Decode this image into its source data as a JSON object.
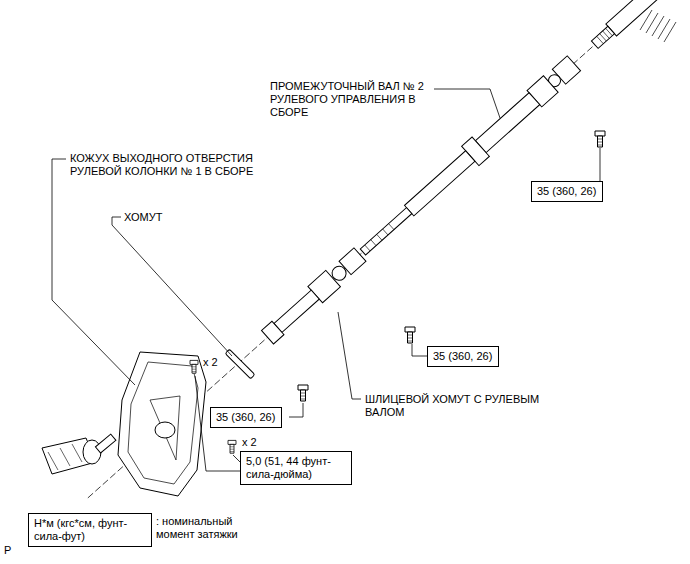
{
  "diagram": {
    "nodes": [
      {
        "text": [
          "35 (360, 26)"
        ]
      },
      {
        "text": [
          "35 (360, 26)"
        ]
      },
      {
        "text": [
          "35 (360, 26)"
        ]
      },
      {
        "text": [
          "5,0 (51, 44 фунт-сила-дюйма)"
        ]
      },
      {
        "text": [
          "Н*м (кгс*см, фунт-сила-фут)"
        ]
      }
    ],
    "labels": [
      "ПРОМЕЖУТОЧНЫЙ ВАЛ № 2 РУЛЕВОГО УПРАВЛЕНИЯ В СБОРЕ",
      "КОЖУХ ВЫХОДНОГО ОТВЕРСТИЯ РУЛЕВОЙ КОЛОНКИ № 1 В СБОРЕ",
      "ХОМУТ",
      "ШЛИЦЕВОЙ ХОМУТ С РУЛЕВЫМ ВАЛОМ",
      "x 2",
      "x 2",
      ": номинальный момент затяжки",
      "P"
    ]
  }
}
